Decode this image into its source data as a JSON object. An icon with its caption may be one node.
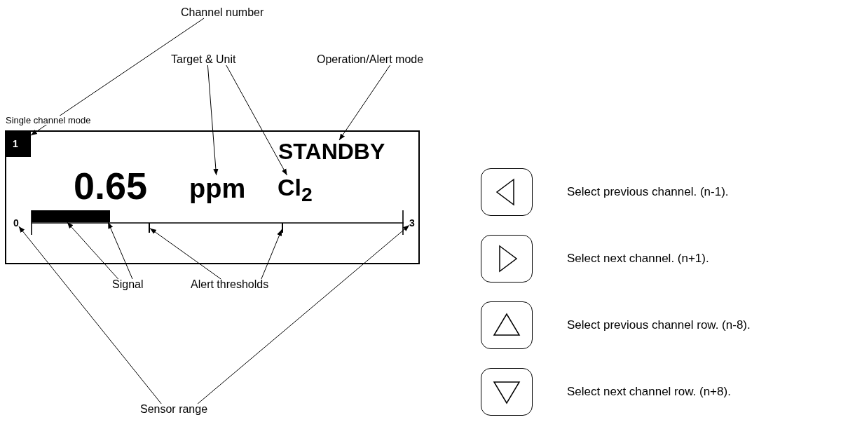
{
  "diagram": {
    "nodes": [
      {
        "text": [
          "Channel number"
        ]
      },
      {
        "text": [
          "Target & Unit"
        ]
      },
      {
        "text": [
          "Operation/Alert mode"
        ]
      },
      {
        "text": [
          "Single channel mode"
        ]
      },
      {
        "text": [
          "1"
        ],
        "in": 3
      },
      {
        "text": [
          "STANDBY"
        ],
        "in": 3
      },
      {
        "text": [
          "0.65"
        ],
        "in": 3
      },
      {
        "text": [
          "ppm"
        ],
        "in": 3
      },
      {
        "text": [
          "Cl$_{2}$"
        ],
        "in": 3
      },
      {
        "text": [
          "0"
        ],
        "in": 3
      },
      {
        "text": [],
        "shape": "bar",
        "in": 3
      },
      {
        "text": [],
        "shape": "tick",
        "in": 3
      },
      {
        "text": [],
        "shape": "tick",
        "in": 3
      },
      {
        "text": [
          "3"
        ],
        "in": 3
      },
      {
        "text": [
          "Signal"
        ]
      },
      {
        "text": [
          "Alert thresholds"
        ]
      },
      {
        "text": [
          "Sensor range"
        ]
      },
      {
        "text": [],
        "shape": "box",
        "beside": [
          "Select previous channel. (n-1)."
        ]
      },
      {
        "text": [],
        "shape": "box",
        "beside": [
          "Select next channel. (n+1)."
        ]
      },
      {
        "text": [],
        "shape": "box",
        "beside": [
          "Select previous channel row. (n-8)."
        ]
      },
      {
        "text": [],
        "shape": "box",
        "beside": [
          "Select next channel row. (n+8)."
        ]
      }
    ],
    "edges": [
      {
        "from": 0,
        "to": 4,
        "arrow": "to"
      },
      {
        "from": 1,
        "to": 7,
        "arrow": "to"
      },
      {
        "from": 1,
        "to": 8,
        "arrow": "to"
      },
      {
        "from": 2,
        "to": 5,
        "arrow": "to"
      },
      {
        "from": 14,
        "to": 10,
        "arrow": "to"
      },
      {
        "from": 14,
        "to": 10,
        "arrow": "to"
      },
      {
        "from": 15,
        "to": 11,
        "arrow": "to"
      },
      {
        "from": 15,
        "to": 12,
        "arrow": "to"
      },
      {
        "from": 16,
        "to": 9,
        "arrow": "to"
      },
      {
        "from": 16,
        "to": 13,
        "arrow": "to"
      }
    ]
  }
}
